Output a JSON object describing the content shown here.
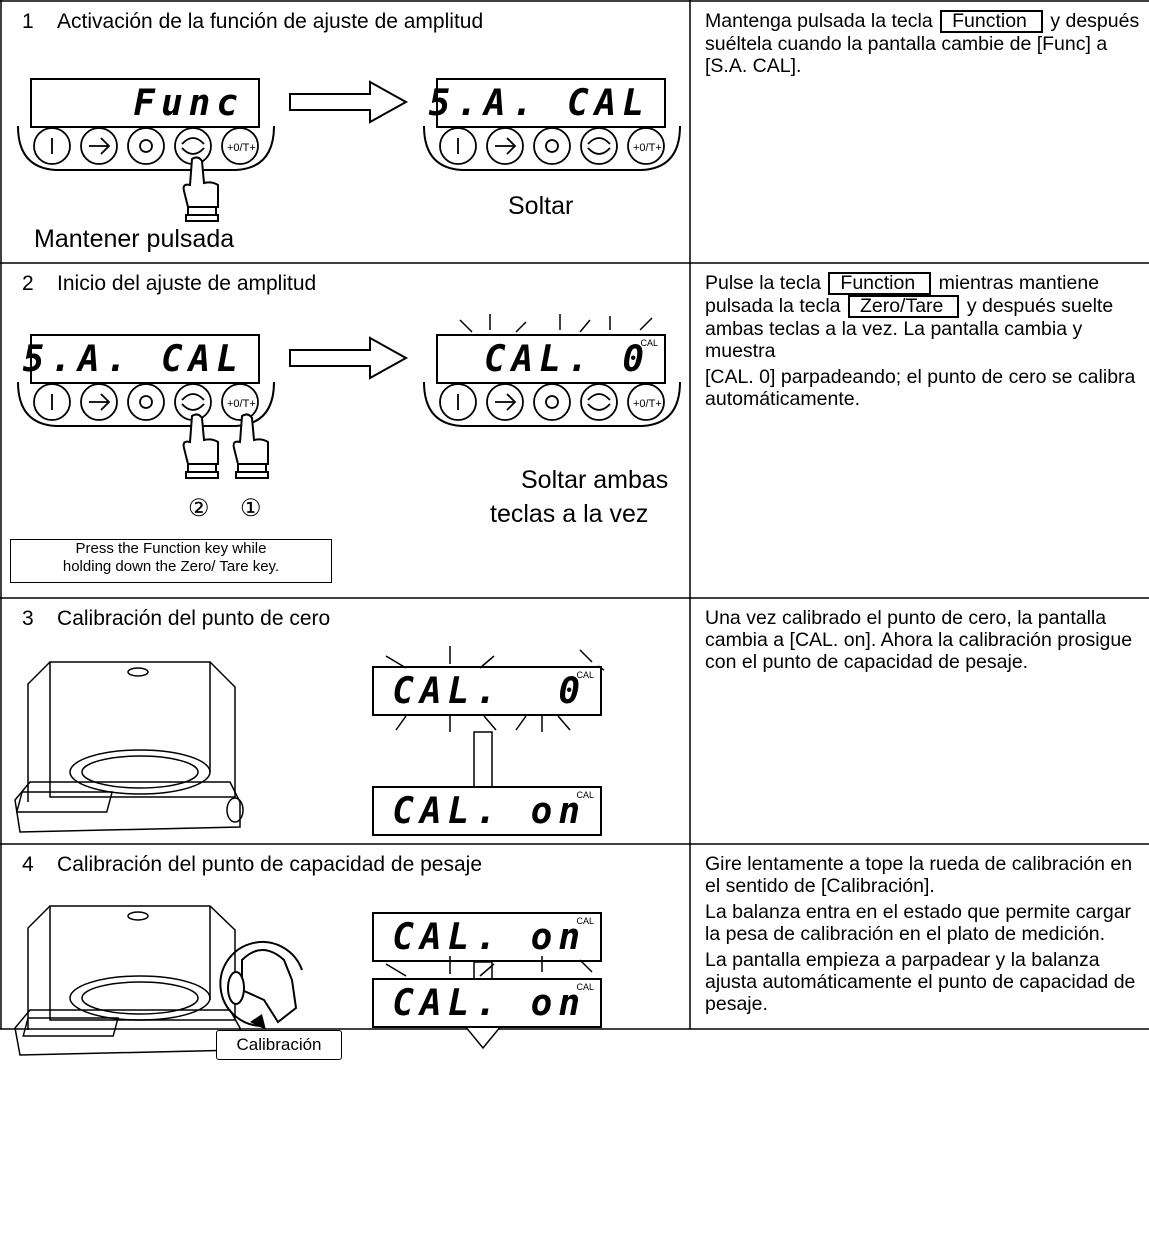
{
  "rows": [
    {
      "num": "1",
      "title": "Activación de la función de ajuste de amplitud",
      "display_before": "Func",
      "display_after": "5.A. CAL",
      "caption_left": "Mantener pulsada",
      "caption_right": "Soltar",
      "desc": {
        "a": "Mantenga pulsada la tecla",
        "key": "Function",
        "b": "y después suéltela cuando la pantalla cambie de [Func] a [S.A. CAL]."
      }
    },
    {
      "num": "2",
      "title": "Inicio del ajuste de amplitud",
      "display_before": "5.A. CAL",
      "display_after": "CAL. 0",
      "finger_order_1": "②",
      "finger_order_2": "①",
      "caption_right_1": "Soltar ambas",
      "caption_right_2": "teclas a la vez",
      "note_line1": "Press the Function key while",
      "note_line2": "holding down the Zero/ Tare key.",
      "desc": {
        "a": "Pulse la tecla",
        "key1": "Function",
        "b": "mientras mantiene pulsada la tecla",
        "key2": "Zero/Tare",
        "c": "y después suelte ambas teclas a la vez. La pantalla cambia y muestra",
        "d": "[CAL. 0] parpadeando; el punto de cero se calibra automáticamente."
      }
    },
    {
      "num": "3",
      "title": "Calibración del punto de cero",
      "display_top": "CAL.  0",
      "display_bottom": "CAL. on",
      "desc": "Una vez calibrado el punto de cero, la pantalla cambia a [CAL. on]. Ahora la calibración prosigue con el punto de capacidad de pesaje."
    },
    {
      "num": "4",
      "title": "Calibración del punto de capacidad de pesaje",
      "display_top": "CAL. on",
      "display_bottom": "CAL. on",
      "wheel_label": "Calibración",
      "desc": [
        "Gire lentamente a tope la rueda de calibración en el sentido de [Calibración].",
        "La balanza entra en el estado que permite cargar la pesa de calibración en el plato de medición.",
        "La pantalla empieza a parpadear y la balanza ajusta automáticamente el punto de capacidad de pesaje."
      ]
    }
  ],
  "indicator": "CAL",
  "keypad_keys": [
    "power-icon",
    "print-arrow-icon",
    "mode-icon",
    "function-cycle-icon",
    "zero-tare-icon"
  ],
  "keypad_zero_label": "+0/T+"
}
